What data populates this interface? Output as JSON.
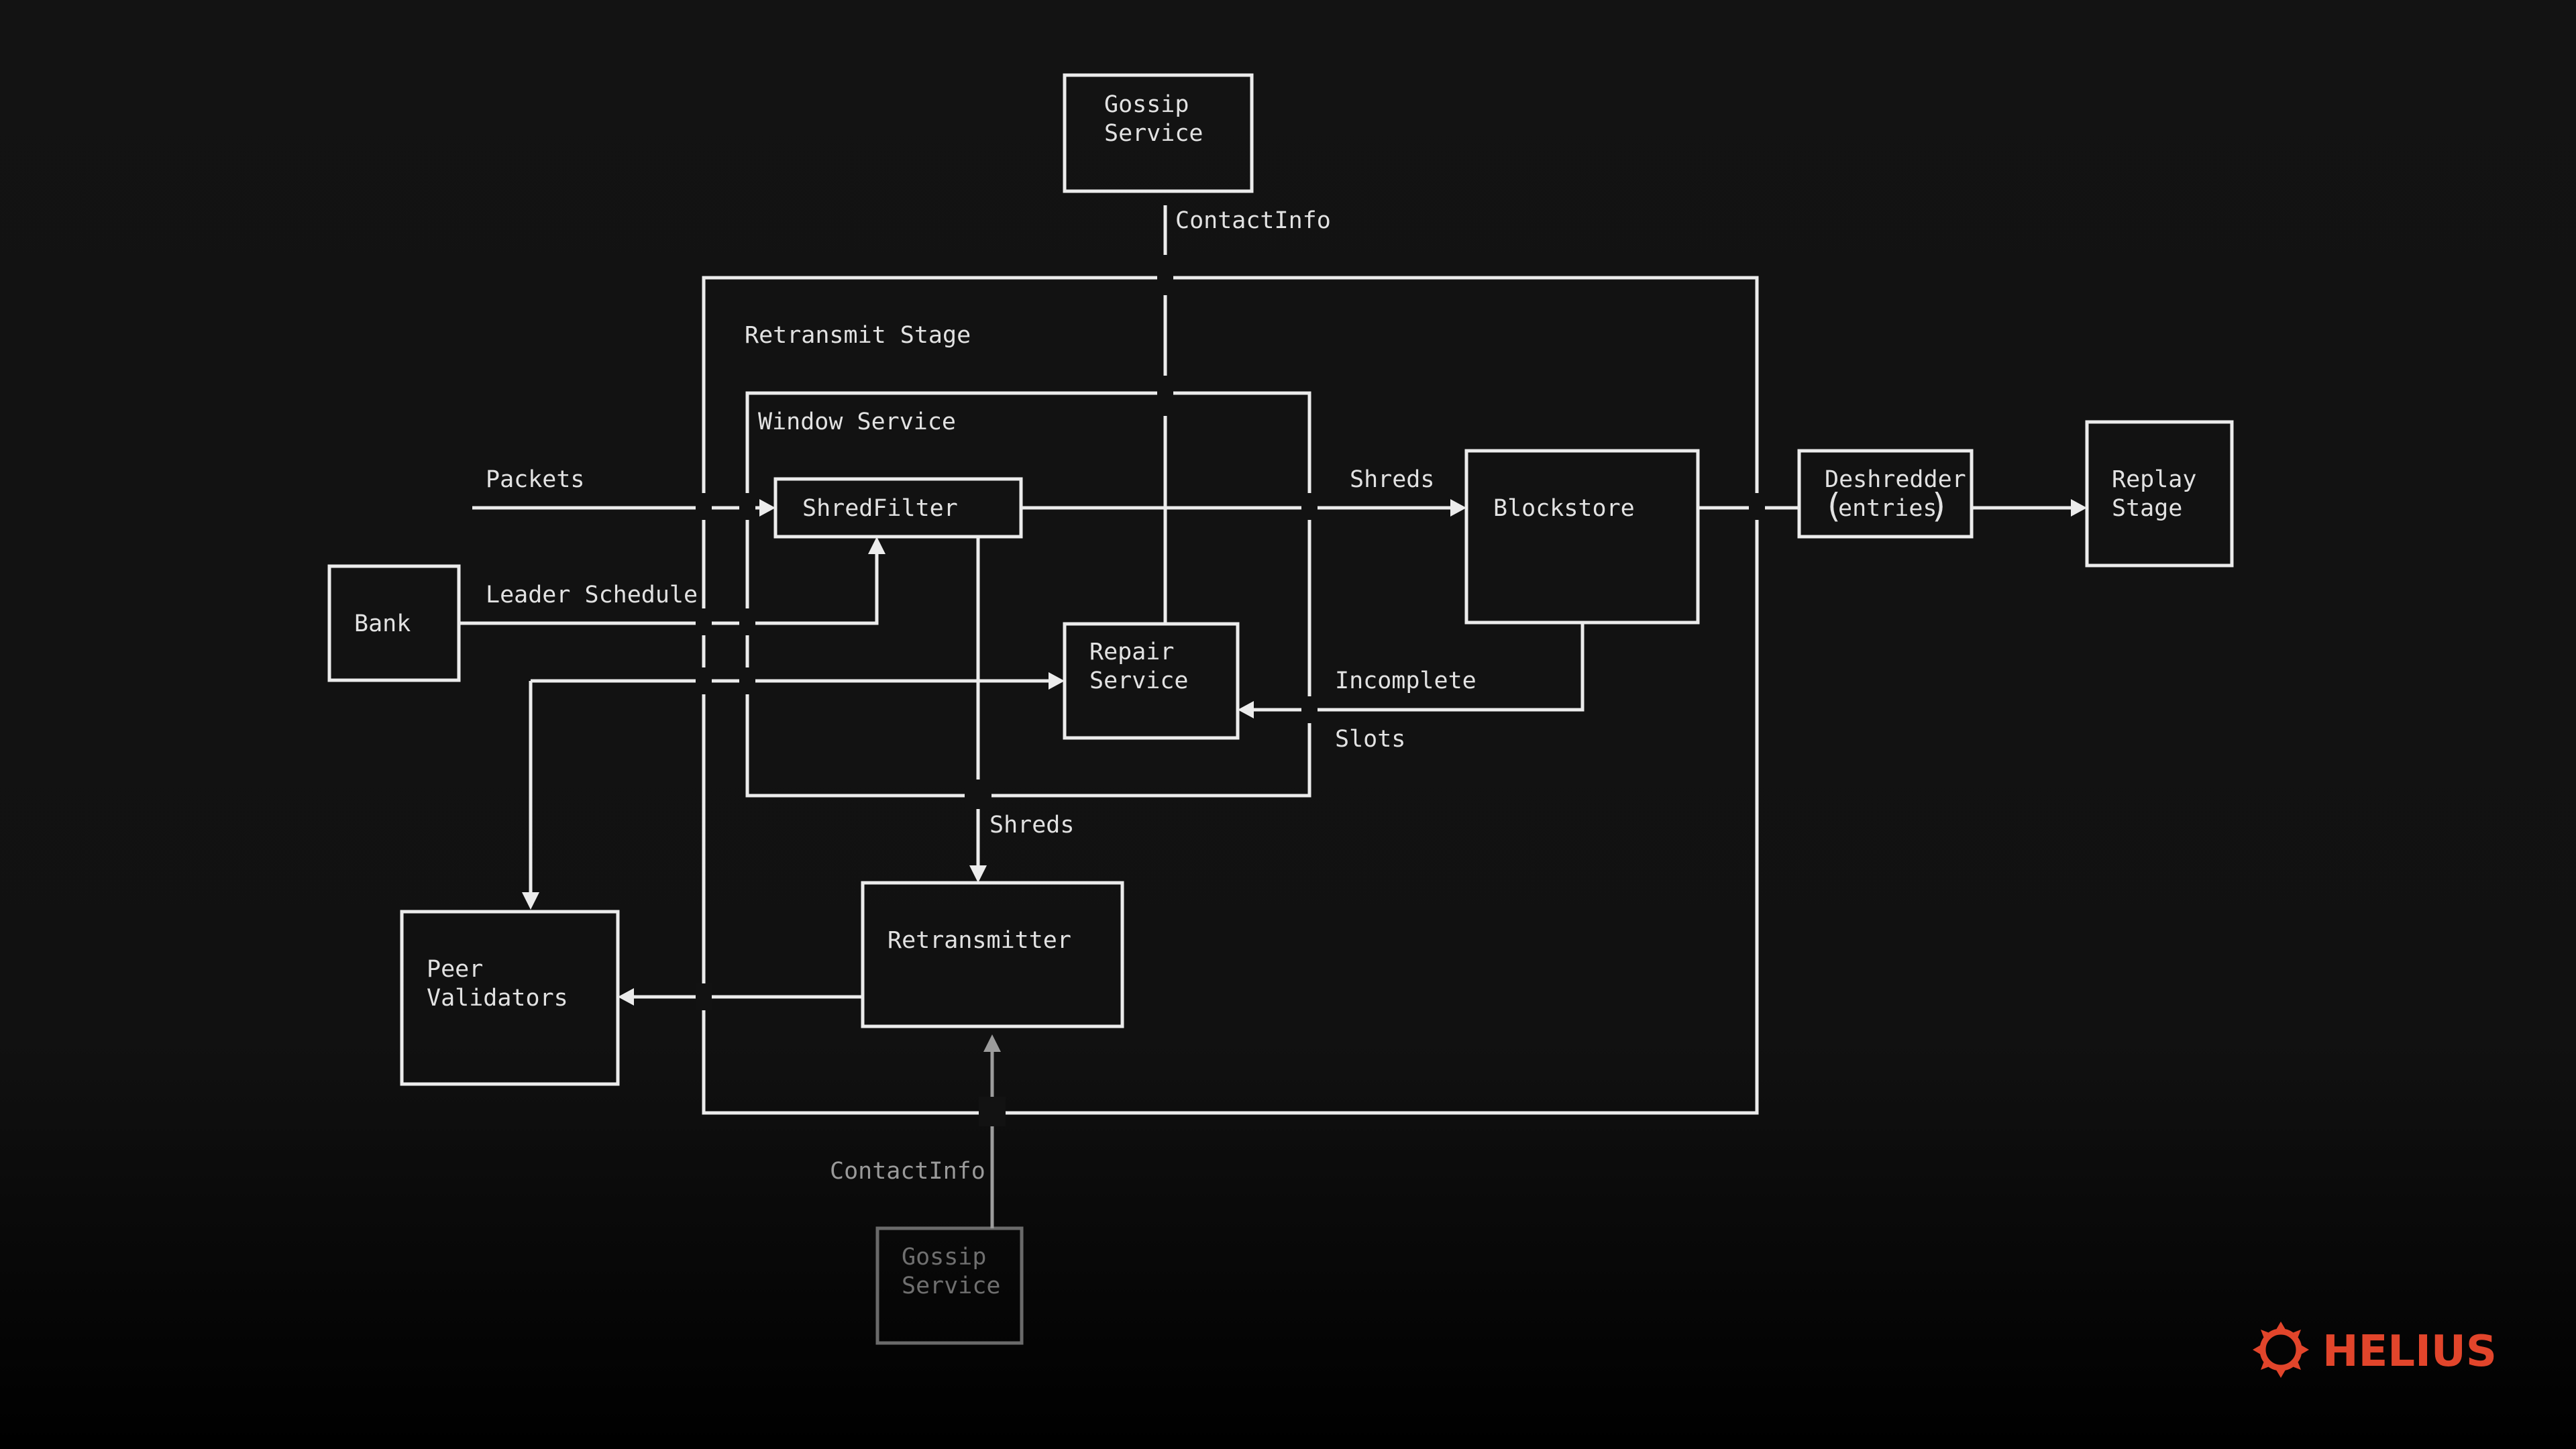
{
  "diagram": {
    "nodes": {
      "gossip_top": [
        "Gossip",
        "Service"
      ],
      "shred_filter": "ShredFilter",
      "bank": "Bank",
      "repair_service": [
        "Repair",
        "Service"
      ],
      "blockstore": "Blockstore",
      "deshredder": [
        "Deshredder",
        "entries"
      ],
      "replay_stage": [
        "Replay",
        "Stage"
      ],
      "retransmitter": "Retransmitter",
      "peer_validators": [
        "Peer",
        "Validators"
      ],
      "gossip_bottom": [
        "Gossip",
        "Service"
      ]
    },
    "groups": {
      "retransmit_stage": "Retransmit Stage",
      "window_service": "Window Service"
    },
    "edge_labels": {
      "contact_info_top": "ContactInfo",
      "packets": "Packets",
      "leader_schedule": "Leader Schedule",
      "shreds_to_blockstore": "Shreds",
      "incomplete": "Incomplete",
      "slots": "Slots",
      "shreds_to_retransmitter": "Shreds",
      "contact_info_bottom": "ContactInfo"
    }
  },
  "brand": {
    "name": "HELIUS",
    "color": "#e2452b"
  }
}
